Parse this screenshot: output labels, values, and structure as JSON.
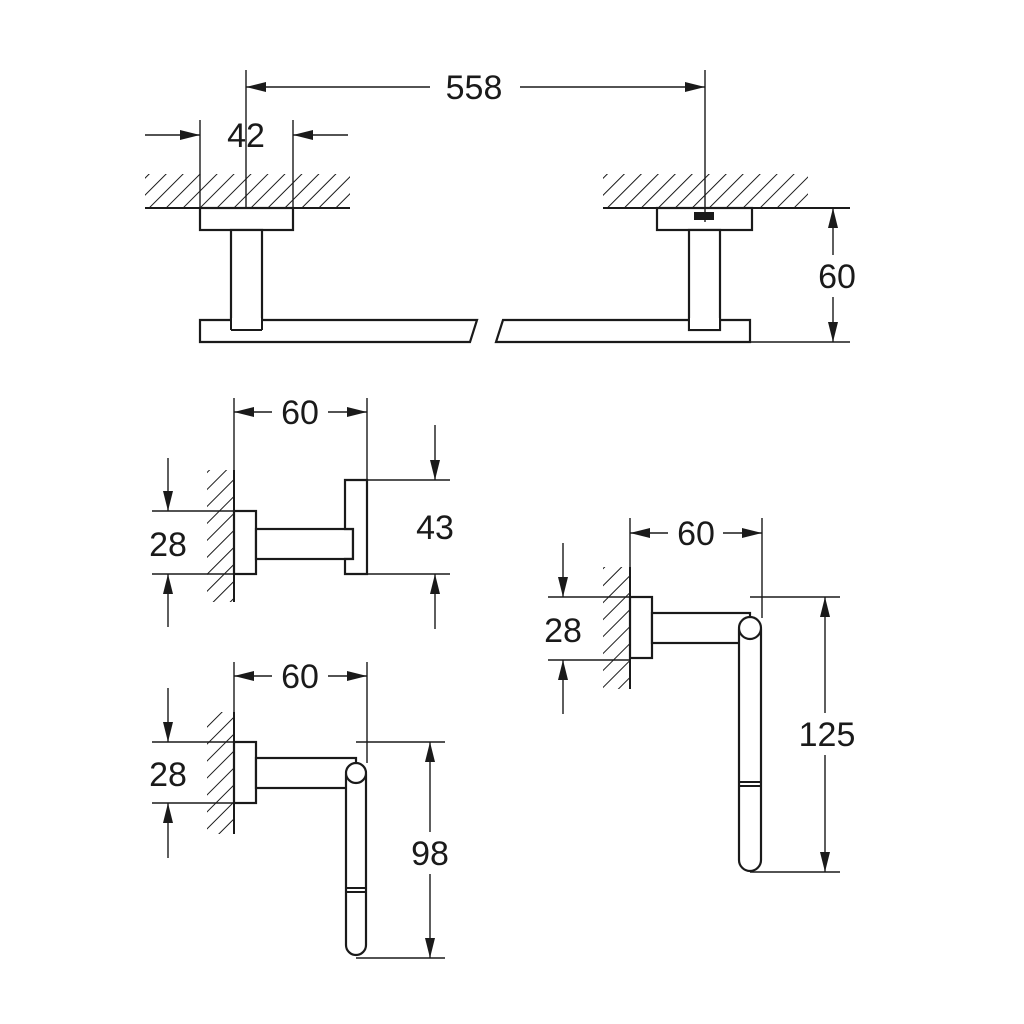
{
  "drawing": {
    "towel_bar": {
      "length": "558",
      "bracket_width": "42",
      "projection": "60"
    },
    "robe_hook": {
      "projection": "60",
      "base_height": "28",
      "hook_height": "43"
    },
    "small_ring": {
      "projection": "60",
      "base_height": "28",
      "drop": "98"
    },
    "large_ring": {
      "projection": "60",
      "base_height": "28",
      "drop": "125"
    }
  }
}
